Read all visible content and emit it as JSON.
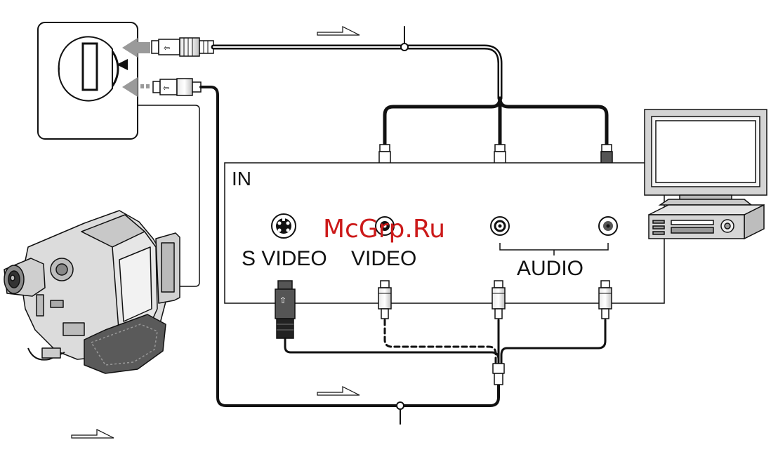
{
  "panel": {
    "title": "IN",
    "ports": {
      "s_video": "S VIDEO",
      "video": "VIDEO",
      "audio": "AUDIO"
    }
  },
  "watermark": "McGrp.Ru",
  "colors": {
    "line": "#111111",
    "arrow_grey": "#9a9a9a",
    "device_fill": "#dcdcdc"
  },
  "icons": {
    "av_jack": "av-jack-icon",
    "camcorder": "camcorder-icon",
    "tv": "tv-icon",
    "vcr": "vcr-icon",
    "signal_flow": "signal-flow-arrow-icon"
  }
}
